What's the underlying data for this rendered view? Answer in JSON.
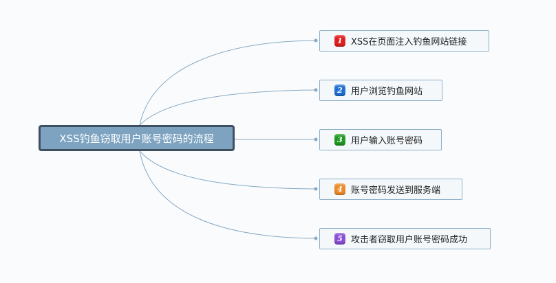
{
  "root": {
    "title": "XSS钓鱼窃取用户账号密码的流程"
  },
  "steps": [
    {
      "number": "1",
      "label": "XSS在页面注入钓鱼网站链接",
      "color": "#e21f1f"
    },
    {
      "number": "2",
      "label": "用户浏览钓鱼网站",
      "color": "#1f6fd6"
    },
    {
      "number": "3",
      "label": "用户输入账号密码",
      "color": "#1f9a22"
    },
    {
      "number": "4",
      "label": "账号密码发送到服务端",
      "color": "#ee8b26"
    },
    {
      "number": "5",
      "label": "攻击者窃取用户账号密码成功",
      "color": "#8a4fd6"
    }
  ],
  "colors": {
    "connector": "#86a9c4",
    "root_fill": "#7da3c1",
    "root_border": "#3d4f60"
  }
}
